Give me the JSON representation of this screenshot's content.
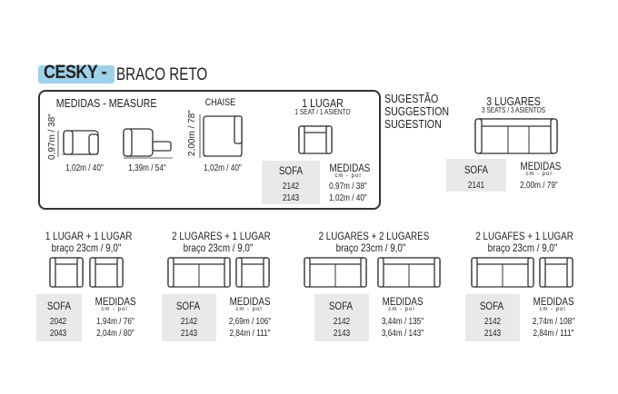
{
  "header": {
    "title": "CESKY -",
    "subtitle": "BRACO RETO"
  },
  "measures": {
    "heading": "MEDIDAS - MEASURE",
    "height": "0,97m / 38\"",
    "depth1": "1,02m / 40\"",
    "depth2": "1,39m / 54\"",
    "chaise_label": "CHAISE",
    "chaise_height": "2,00m / 78\"",
    "chaise_width": "1,02m / 40\""
  },
  "suggestion": {
    "lines": [
      "SUGESTÃO",
      "SUGGESTION",
      "SUGESTION"
    ]
  },
  "labels": {
    "sofa": "SOFA",
    "medidas": "MEDIDAS",
    "cm_pol": "cm  -  pol"
  },
  "one_seat": {
    "title": "1 LUGAR",
    "subtitle": "1 SEAT / 1 ASIENTO",
    "rows": [
      {
        "code": "2142",
        "size": "0,97m / 38\""
      },
      {
        "code": "2143",
        "size": "1,02m / 40\""
      }
    ]
  },
  "three_seats": {
    "title": "3 LUGARES",
    "subtitle": "3 SEATS / 3 ASIENTOS",
    "rows": [
      {
        "code": "2141",
        "size": "2,00m / 79\""
      }
    ]
  },
  "combos": [
    {
      "title": "1 LUGAR + 1 LUGAR",
      "arm": "braço 23cm / 9,0\"",
      "rows": [
        {
          "code": "2042",
          "size": "1,94m / 76\""
        },
        {
          "code": "2043",
          "size": "2,04m / 80\""
        }
      ]
    },
    {
      "title": "2 LUGARES + 1 LUGAR",
      "arm": "braço 23cm / 9,0\"",
      "rows": [
        {
          "code": "2142",
          "size": "2,69m / 106\""
        },
        {
          "code": "2143",
          "size": "2,84m / 111\""
        }
      ]
    },
    {
      "title": "2 LUGARES + 2 LUGARES",
      "arm": "braço 23cm / 9,0\"",
      "rows": [
        {
          "code": "2142",
          "size": "3,44m / 135\""
        },
        {
          "code": "2143",
          "size": "3,64m / 143\""
        }
      ]
    },
    {
      "title": "2 LUGAFES + 1 LUGAR",
      "arm": "braço 23cm / 9,0\"",
      "rows": [
        {
          "code": "2142",
          "size": "2,74m / 108\""
        },
        {
          "code": "2143",
          "size": "2,84m / 111\""
        }
      ]
    }
  ]
}
